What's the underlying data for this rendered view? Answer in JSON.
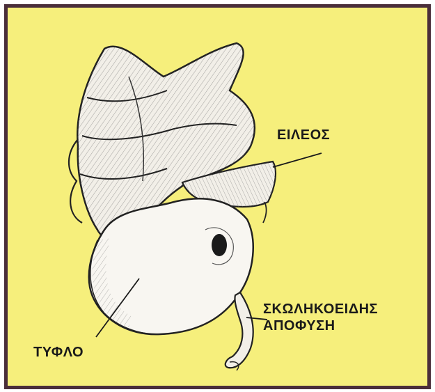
{
  "diagram": {
    "colors": {
      "background": "#f6ef7c",
      "border": "#4a2e3a",
      "organ_fill": "#f7f4ee",
      "ink": "#1a1a1a"
    },
    "labels": {
      "ileum": "ΕΙΛΕΟΣ",
      "appendix_line1": "ΣΚΩΛΗΚΟΕΙΔΗΣ",
      "appendix_line2": "ΑΠΟΦΥΣΗ",
      "cecum": "ΤΥΦΛΟ"
    }
  }
}
